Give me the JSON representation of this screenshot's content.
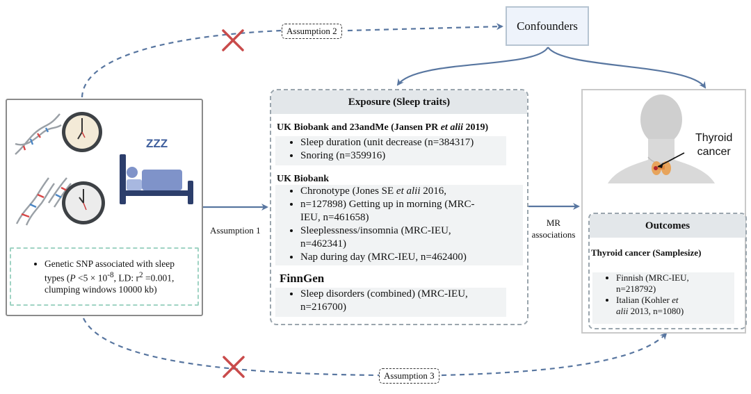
{
  "instrument": {
    "snp_line1": "Genetic SNP associated with sleep",
    "snp_line2_prefix": "types  (",
    "snp_p": "P",
    "snp_line2_lt": " <5 × 10",
    "snp_exp": "-8",
    "snp_line2_ld": ", LD:  r",
    "snp_sq": "2",
    "snp_line2_end": " =0.001,",
    "snp_line3": "clumping windows 10000 kb)"
  },
  "exposure": {
    "header": "Exposure (Sleep traits)",
    "group1": {
      "title_a": "UK Biobank and 23andMe (Jansen PR ",
      "title_em": "et alii",
      "title_b": " 2019)",
      "items": [
        "Sleep duration (unit decrease (n=384317)",
        "Snoring (n=359916)"
      ]
    },
    "group2": {
      "title": "UK Biobank",
      "item1_a": "Chronotype (Jones SE ",
      "item1_em": "et alii",
      "item1_b": " 2016,",
      "item1_l2": "n=127898) Getting up in morning (MRC-",
      "item1_l3": "IEU, n=461658)",
      "item2_l1": "Sleeplessness/insomnia (MRC-IEU,",
      "item2_l2": "n=462341)",
      "item3": "Nap during day (MRC-IEU, n=462400)"
    },
    "group3": {
      "title": "FinnGen",
      "item_l1": "Sleep disorders (combined) (MRC-IEU,",
      "item_l2": "n=216700)"
    }
  },
  "confounders": {
    "label": "Confounders"
  },
  "outcome": {
    "organ_label_l1": "Thyroid",
    "organ_label_l2": "cancer",
    "header": "Outcomes",
    "subtitle": "Thyroid cancer  (Samplesize)",
    "item1_l1": "Finnish (MRC-IEU,",
    "item1_l2": "n=218792)",
    "item2_a": "Italian (Kohler ",
    "item2_em": "et",
    "item2_l2_em": "alii",
    "item2_l2_b": " 2013, n=1080)"
  },
  "labels": {
    "assumption1": "Assumption  1",
    "assumption2": "Assumption 2",
    "assumption3": "Assumption 3",
    "mr_l1": "MR",
    "mr_l2": "associations"
  },
  "icons": {
    "sleep_text": "ZZZ"
  },
  "colors": {
    "arrow": "#5876a0",
    "cross": "#c94b4b",
    "snp_border": "#9fd3c3",
    "header_fill": "#e3e7ea",
    "confounder_fill": "#eef3fb"
  }
}
